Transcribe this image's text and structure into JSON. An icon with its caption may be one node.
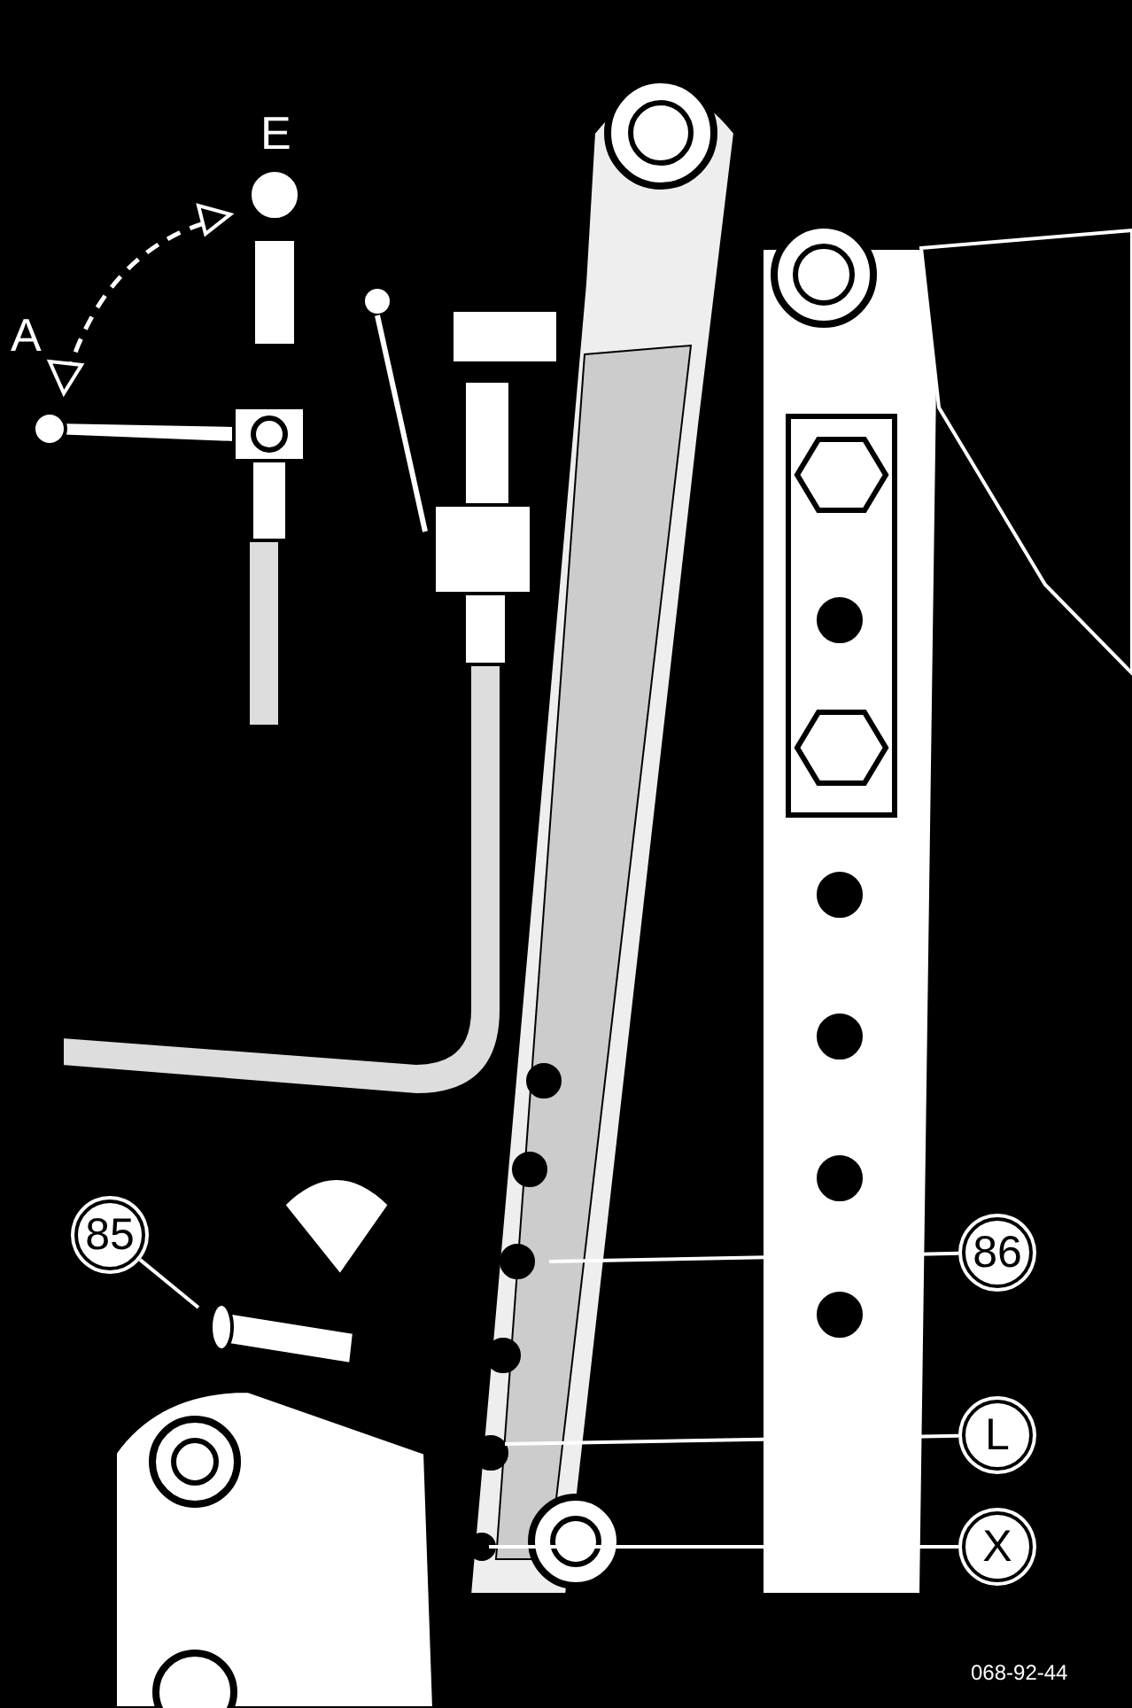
{
  "diagram": {
    "nodes": [
      {
        "text": [
          "85"
        ]
      },
      {
        "text": [
          "86"
        ]
      },
      {
        "text": [
          "L"
        ]
      },
      {
        "text": [
          "X"
        ]
      }
    ],
    "edges": [
      {
        "from": 0,
        "to": null,
        "arrow": "none"
      },
      {
        "from": 1,
        "to": null,
        "arrow": "none"
      },
      {
        "from": 2,
        "to": null,
        "arrow": "none"
      },
      {
        "from": 3,
        "to": null,
        "arrow": "none"
      }
    ],
    "labels": [
      "A",
      "E",
      "068-92-44"
    ]
  }
}
